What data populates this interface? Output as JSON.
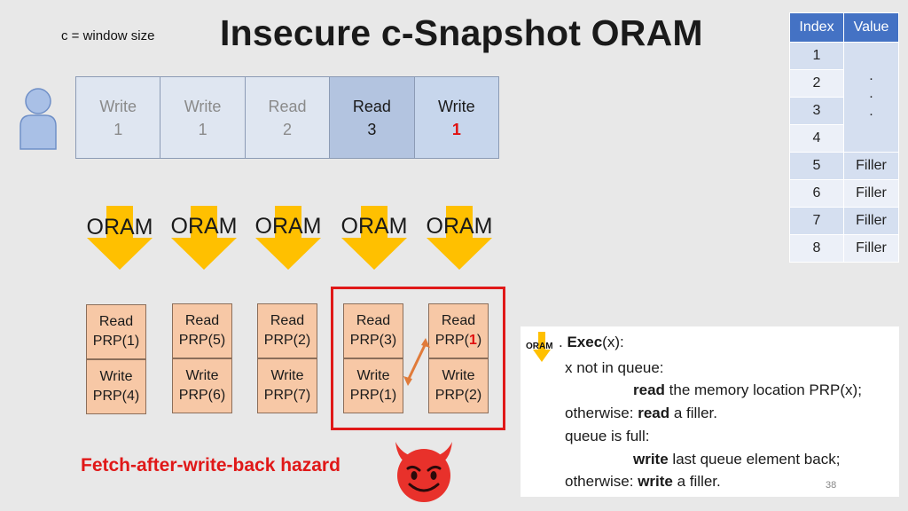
{
  "header": {
    "window_note": "c = window size",
    "title": "Insecure c-Snapshot ORAM"
  },
  "queue": [
    {
      "op": "Write",
      "arg": "1",
      "state": "faded",
      "highlight": false
    },
    {
      "op": "Write",
      "arg": "1",
      "state": "faded",
      "highlight": false
    },
    {
      "op": "Read",
      "arg": "2",
      "state": "faded",
      "highlight": false
    },
    {
      "op": "Read",
      "arg": "3",
      "state": "mid",
      "highlight": false
    },
    {
      "op": "Write",
      "arg": "1",
      "state": "light",
      "highlight": true
    }
  ],
  "oram_label": "ORAM",
  "prp_columns": [
    {
      "top": {
        "op": "Read",
        "arg": "PRP(1)"
      },
      "bottom": {
        "op": "Write",
        "arg": "PRP(4)"
      }
    },
    {
      "top": {
        "op": "Read",
        "arg": "PRP(5)"
      },
      "bottom": {
        "op": "Write",
        "arg": "PRP(6)"
      }
    },
    {
      "top": {
        "op": "Read",
        "arg": "PRP(2)"
      },
      "bottom": {
        "op": "Write",
        "arg": "PRP(7)"
      }
    },
    {
      "top": {
        "op": "Read",
        "arg": "PRP(3)"
      },
      "bottom": {
        "op": "Write",
        "arg": "PRP(1)"
      }
    },
    {
      "top": {
        "op": "Read",
        "arg_prefix": "PRP(",
        "arg_highlight": "1",
        "arg_suffix": ")"
      },
      "bottom": {
        "op": "Write",
        "arg": "PRP(2)"
      }
    }
  ],
  "hazard": {
    "text": "Fetch-after-write-back hazard"
  },
  "memory_table": {
    "headers": [
      "Index",
      "Value"
    ],
    "rows": [
      {
        "index": "1",
        "value": ""
      },
      {
        "index": "2",
        "value": ""
      },
      {
        "index": "3",
        "value": ""
      },
      {
        "index": "4",
        "value": ""
      },
      {
        "index": "5",
        "value": "Filler"
      },
      {
        "index": "6",
        "value": "Filler"
      },
      {
        "index": "7",
        "value": "Filler"
      },
      {
        "index": "8",
        "value": "Filler"
      }
    ],
    "dots": ".\n.\n."
  },
  "code": {
    "mini_oram": "ORAM",
    "exec_prefix": ". ",
    "exec_keyword": "Exec",
    "exec_args": "(x):",
    "line2": "x not in queue:",
    "line3_kw": "read",
    "line3_rest": " the memory location PRP(x);",
    "line4_pre": "otherwise: ",
    "line4_kw": "read",
    "line4_rest": " a filler.",
    "line5": "queue is full:",
    "line6_kw": "write",
    "line6_rest": " last queue element back;",
    "line7_pre": "otherwise: ",
    "line7_kw": "write",
    "line7_rest": " a filler.",
    "page_number": "38"
  },
  "colors": {
    "accent_red": "#e01818",
    "arrow_yellow": "#ffc000",
    "prp_fill": "#f7c8a6",
    "table_header": "#4472c4",
    "swap_arrow": "#e07b3a"
  }
}
